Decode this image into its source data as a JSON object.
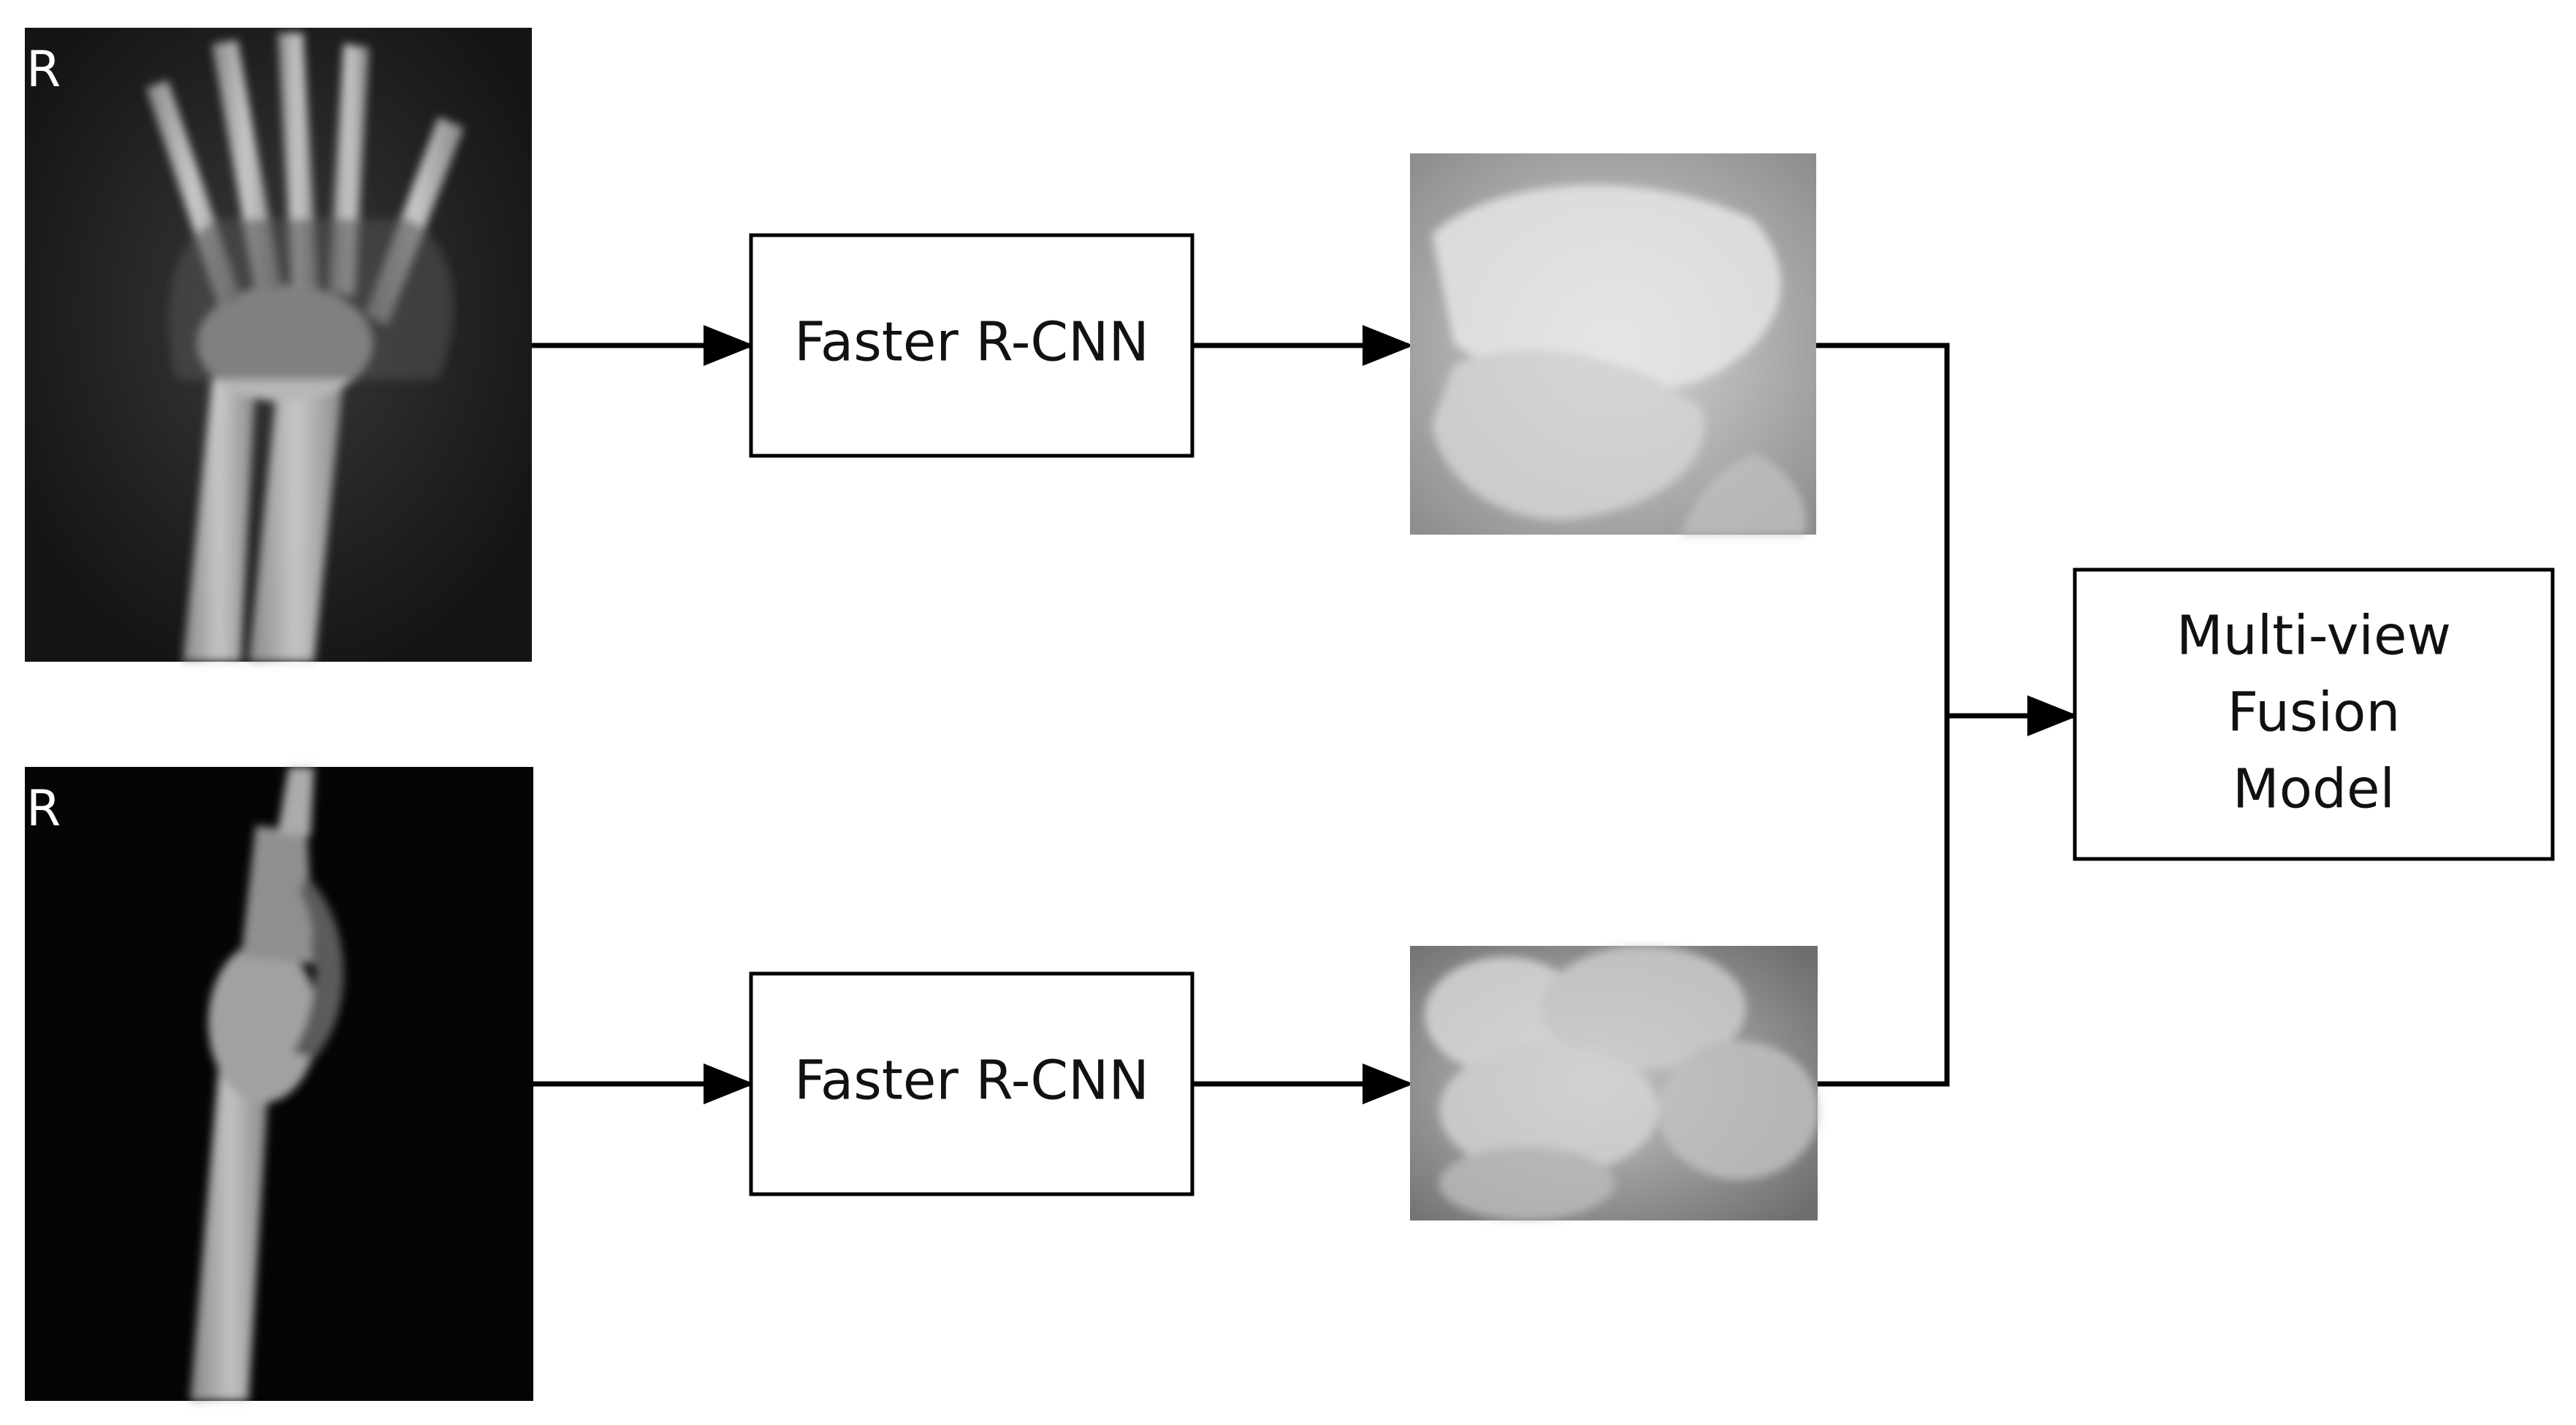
{
  "diagram": {
    "view_marker_top": "R",
    "view_marker_bottom": "R",
    "detector_top_label": "Faster R-CNN",
    "detector_bottom_label": "Faster R-CNN",
    "fusion_label_line1": "Multi-view",
    "fusion_label_line2": "Fusion",
    "fusion_label_line3": "Model"
  }
}
